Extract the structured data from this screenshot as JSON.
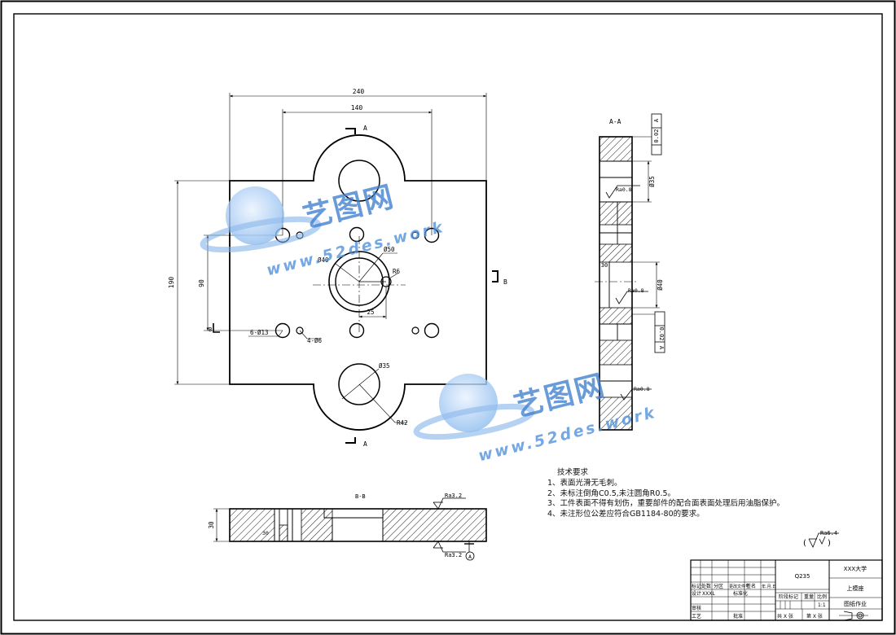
{
  "views": {
    "section_aa_title": "A-A",
    "section_bb_title": "B-B",
    "cut_label_a": "A",
    "cut_label_b": "B"
  },
  "dimensions": {
    "overall_width": "240",
    "hole_spacing": "140",
    "overall_height": "190",
    "hole_vertical": "90",
    "holes_13": "6-Ø13",
    "holes_6": "4-Ø6",
    "bore_50": "Ø50",
    "bore_40": "Ø40",
    "notch_radius": "R6",
    "notch_offset": "25",
    "guide_hole": "Ø35",
    "lug_radius": "R42",
    "thickness": "30",
    "section_aa_40": "Ø40",
    "section_aa_35": "Ø35",
    "section_aa_30": "30",
    "section_bb_30": "30"
  },
  "surface_finish": {
    "ra08_1": "Ra0.8",
    "ra08_2": "Ra0.8",
    "ra08_3": "Ra0.8",
    "ra32_top": "Ra3.2",
    "ra32_bottom": "Ra3.2",
    "general": "Ra6.4"
  },
  "tolerances": {
    "flatness_top": "0.02",
    "datum_top": "A",
    "perp_mid": "0.02",
    "datum_mid": "A",
    "datum_bb": "A"
  },
  "technical_requirements": {
    "heading": "技术要求",
    "items": [
      "1、表面光滑无毛刺。",
      "2、未标注倒角C0.5,未注圆角R0.5。",
      "3、工件表面不得有划伤，重要部件的配合面表面处理后用油脂保护。",
      "4、未注形位公差应符合GB1184-80的要求。"
    ]
  },
  "title_block": {
    "school": "XXX大学",
    "material": "Q235",
    "part_name": "上模座",
    "drawing_type": "图纸作业",
    "stage_label": "阶段标记",
    "weight_label": "重量",
    "scale_label": "比例",
    "scale": "1:1",
    "sheet_total": "共 X 张",
    "sheet_no": "第 X 张",
    "mark_label": "标记",
    "count_label": "处数",
    "zone_label": "分区",
    "change_no_label": "更改文件号",
    "sign_label": "签名",
    "date_label": "年.月.日",
    "designer_label": "设计",
    "designer": "XXXL",
    "std_label": "标准化",
    "review_label": "审核",
    "process_label": "工艺",
    "approve_label": "批准"
  },
  "watermarks": [
    {
      "brand": "艺图网",
      "url": "www.52des.work"
    },
    {
      "brand": "艺图网",
      "url": "www.52des.work"
    }
  ]
}
